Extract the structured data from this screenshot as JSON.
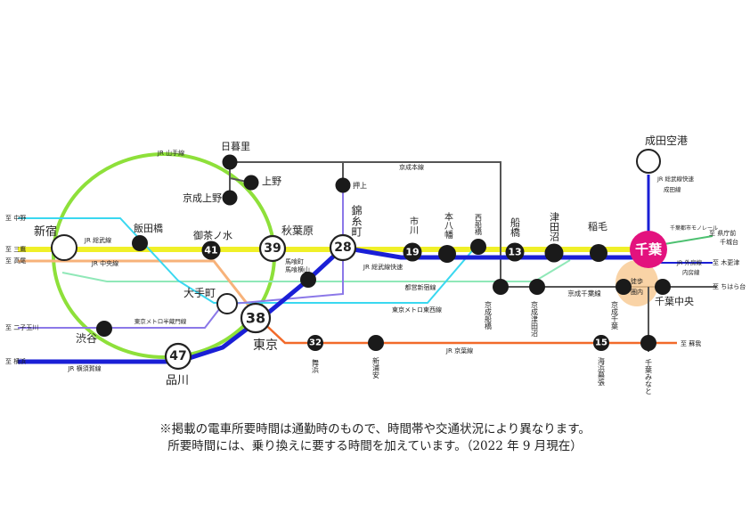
{
  "colors": {
    "yamanote": "#8ee03a",
    "chuo_sobu": "#f0f028",
    "chuo_rapid": "#f7b27a",
    "sobu_rapid": "#1a1fd6",
    "tozai": "#3ad8f0",
    "hanzomon": "#8b78e8",
    "keisei": "#555555",
    "keiyo": "#f26a2a",
    "toshin": "#90e8b8",
    "chiba_accent": "#e3127e"
  },
  "lines": {
    "yamanote": "JR 山手線",
    "chuo_sobu": "JR 総武線",
    "chuo_rapid": "JR 中央線",
    "sobu_rapid": "JR 総武線快速",
    "yokosuka": "JR 横須賀線",
    "tozai": "東京メトロ東西線",
    "hanzomon": "東京メトロ半蔵門線",
    "shinjuku_toei": "都営新宿線",
    "keisei_main": "京成本線",
    "keisei_chiba": "京成千葉線",
    "keiyo": "JR 京葉線",
    "narita_rapid": "JR 総武線快速",
    "narita_line": "成田線",
    "monorail": "千葉都市モノレール",
    "sotobo": "JR 外房線",
    "uchibo": "内房線",
    "walk": "徒歩",
    "station_premise": "圏内"
  },
  "stations": {
    "shinjuku": "新宿",
    "iidabashi": "飯田橋",
    "ochanomizu": "御茶ノ水",
    "akihabara": "秋葉原",
    "kinshicho": "錦糸町",
    "ichikawa": "市川",
    "motoyawata": "本八幡",
    "nishifunabashi": "西船橋",
    "funabashi": "船橋",
    "tsudanuma": "津田沼",
    "inage": "稲毛",
    "chiba": "千葉",
    "narita_airport": "成田空港",
    "nippori": "日暮里",
    "ueno": "上野",
    "keisei_ueno": "京成上野",
    "oshiage": "押上",
    "otemachi": "大手町",
    "tokyo": "東京",
    "shibuya": "渋谷",
    "shinagawa": "品川",
    "bakurocho": "馬喰町\n馬喰横山",
    "maihama": "舞浜",
    "shin_urayasu": "新浦安",
    "kaihin_makuhari": "海浜幕張",
    "chiba_minato": "千葉みなと",
    "keisei_funabashi": "京成船橋",
    "keisei_tsudanuma": "京成津田沼",
    "keisei_chiba": "京成千葉",
    "chiba_chuo": "千葉中央"
  },
  "destinations": {
    "nakano": "至 中野",
    "mitaka": "至 三鷹",
    "takao": "至 高尾",
    "nikotamagawa": "至 二子玉川",
    "yokohama": "至 横浜",
    "kenchomae": "至 県庁前",
    "chishirodai": "千城台",
    "kisarazu": "至 木更津",
    "chiharadai": "至 ちはら台",
    "soga": "至 蘇我"
  },
  "travel_times": {
    "ochanomizu": "41",
    "akihabara": "39",
    "kinshicho": "28",
    "ichikawa": "19",
    "funabashi": "13",
    "tokyo": "38",
    "shinagawa": "47",
    "maihama": "32",
    "kaihin_makuhari": "15"
  },
  "notes": {
    "line1": "※掲載の電車所要時間は通勤時のもので、時間帯や交通状況により異なります。",
    "line2": "所要時間には、乗り換えに要する時間を加えています。（2022 年 9 月現在）"
  }
}
